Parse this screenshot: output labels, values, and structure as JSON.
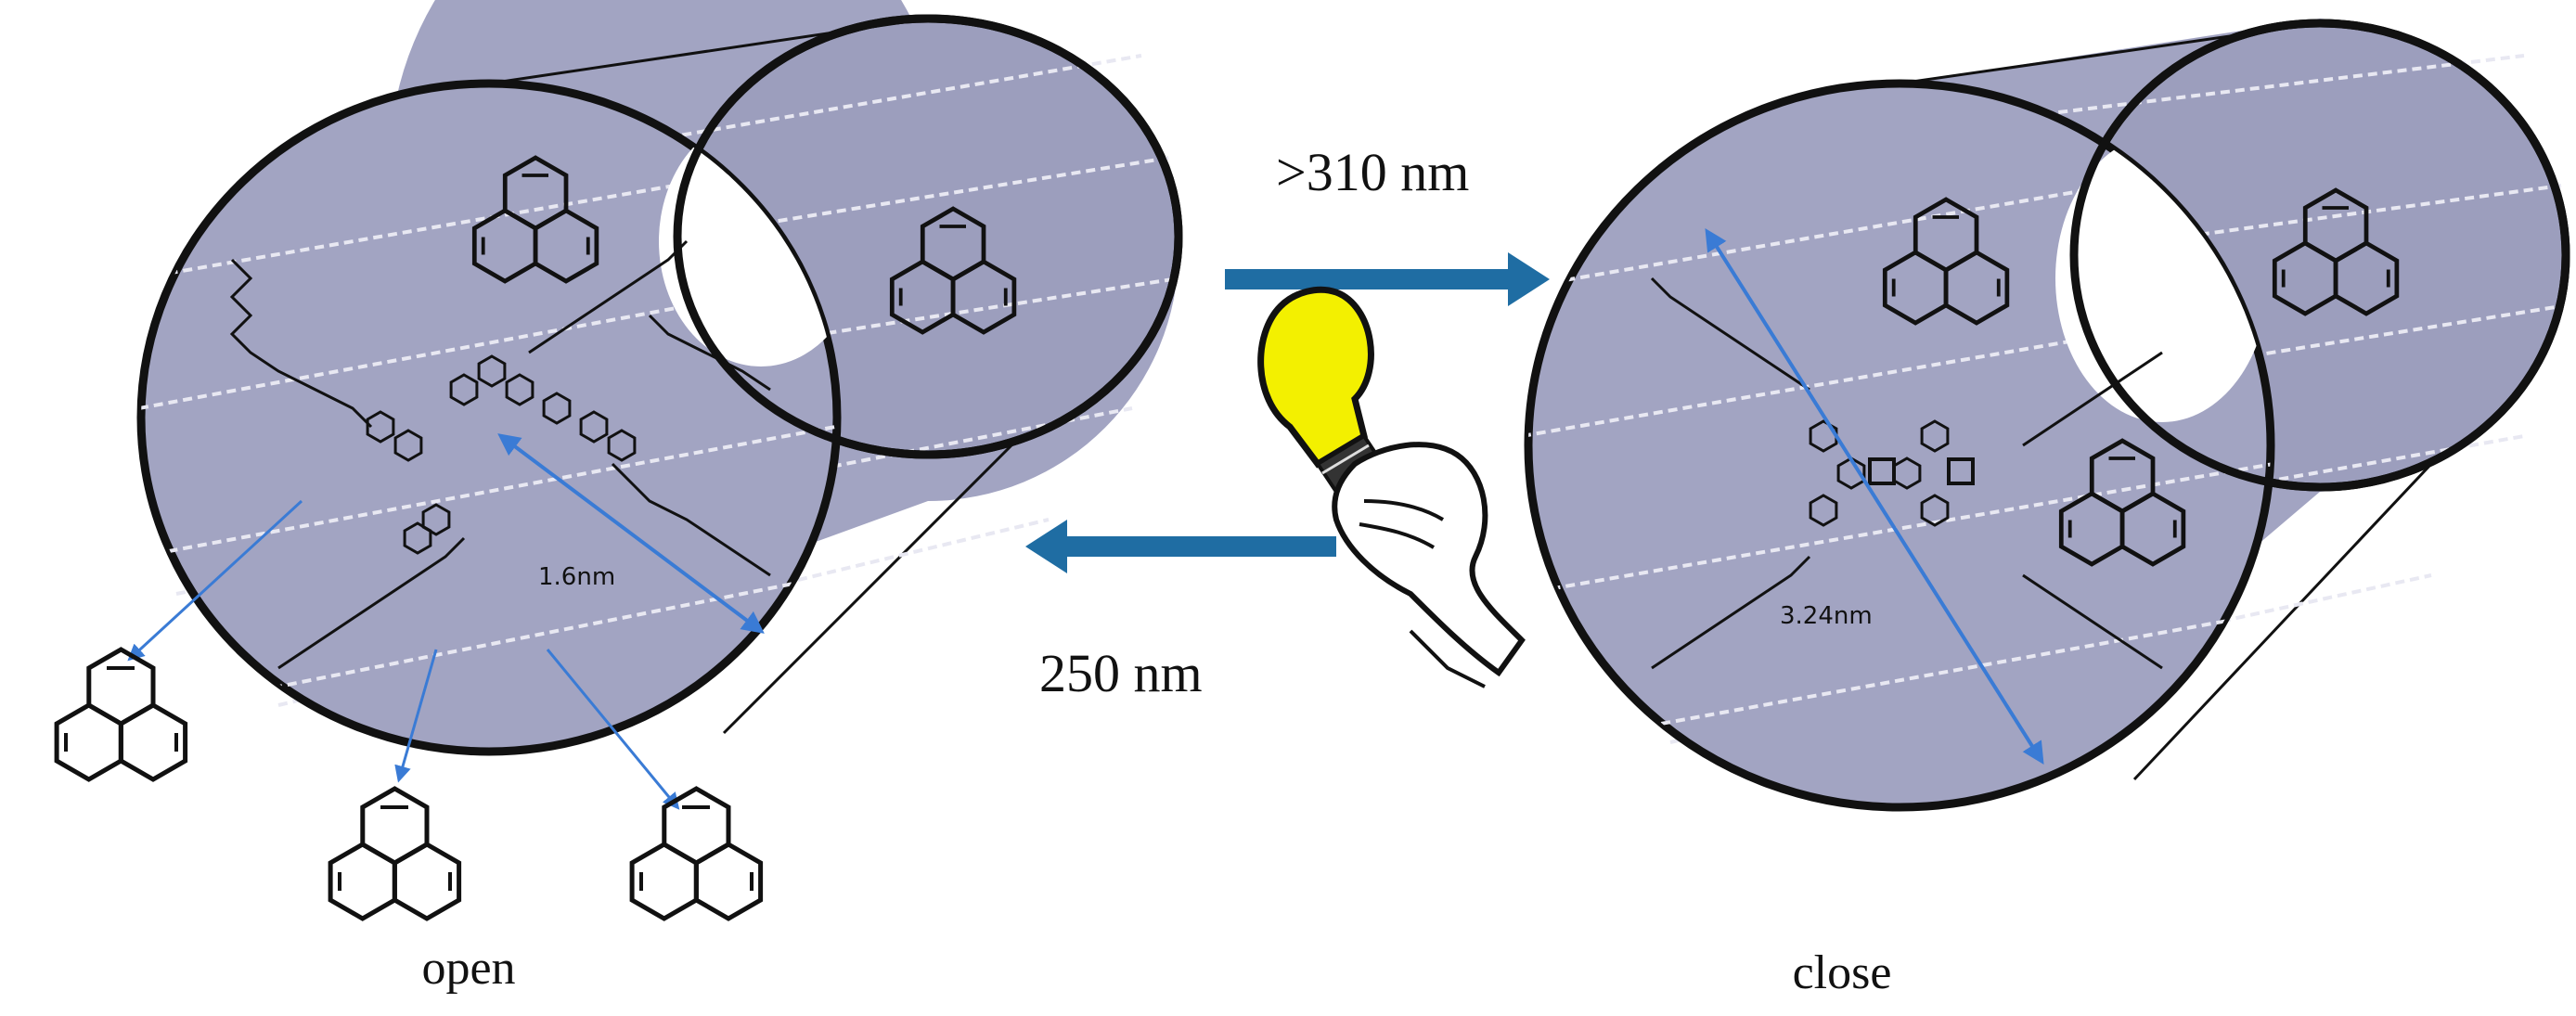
{
  "labels": {
    "forward_wavelength": ">310 nm",
    "reverse_wavelength": "250 nm",
    "open_state": "open",
    "closed_state": "close",
    "open_pore_size": "1.6nm",
    "closed_pore_size": "3.24nm"
  },
  "colors": {
    "cylinder_fill": "#a2a4c2",
    "cylinder_fill_far": "#9c9ebd",
    "outline": "#111111",
    "arrow": "#1f6da3",
    "dimension_arrow": "#3a7bd5",
    "bulb": "#f3f000",
    "stripe": "#e8e8f2"
  },
  "icons": {
    "bulb": "light-bulb-icon",
    "hand": "hand-icon",
    "molecule": "phenanthrene-icon"
  }
}
